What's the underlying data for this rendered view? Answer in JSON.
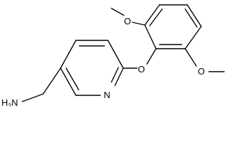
{
  "molecule": {
    "atoms": {
      "amine": "H2N",
      "amine_main": "H",
      "amine_sub": "2",
      "amine_tail": "N",
      "ring_nitrogen": "N",
      "ether_oxygen": "O",
      "methoxy_top_oxygen": "O",
      "methoxy_bottom_oxygen": "O"
    }
  },
  "colors": {
    "bond": "#000000",
    "background": "#ffffff"
  }
}
